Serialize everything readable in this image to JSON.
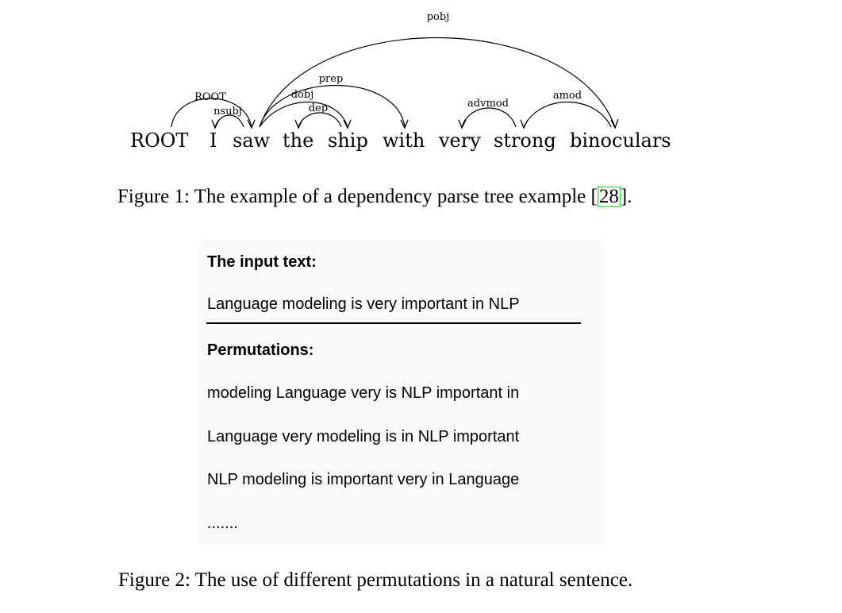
{
  "figure1": {
    "words": [
      "ROOT",
      "I",
      "saw",
      "the",
      "ship",
      "with",
      "very",
      "strong",
      "binoculars"
    ],
    "relations": [
      "pobj",
      "prep",
      "ROOT",
      "dobj",
      "nsubj",
      "dep",
      "advmod",
      "amod"
    ],
    "caption": {
      "prefix": "Figure 1: The example of a dependency parse tree example  [",
      "citation": "28",
      "suffix": "]."
    }
  },
  "figure2": {
    "input_heading": "The input text:",
    "input_text": "Language modeling is very important in NLP",
    "permutations_heading": "Permutations:",
    "permutations": [
      "modeling Language very is NLP important in",
      "Language very modeling is in NLP important",
      "NLP modeling is important very in Language",
      "......."
    ],
    "caption": "Figure 2: The use of different permutations in a natural sentence."
  }
}
